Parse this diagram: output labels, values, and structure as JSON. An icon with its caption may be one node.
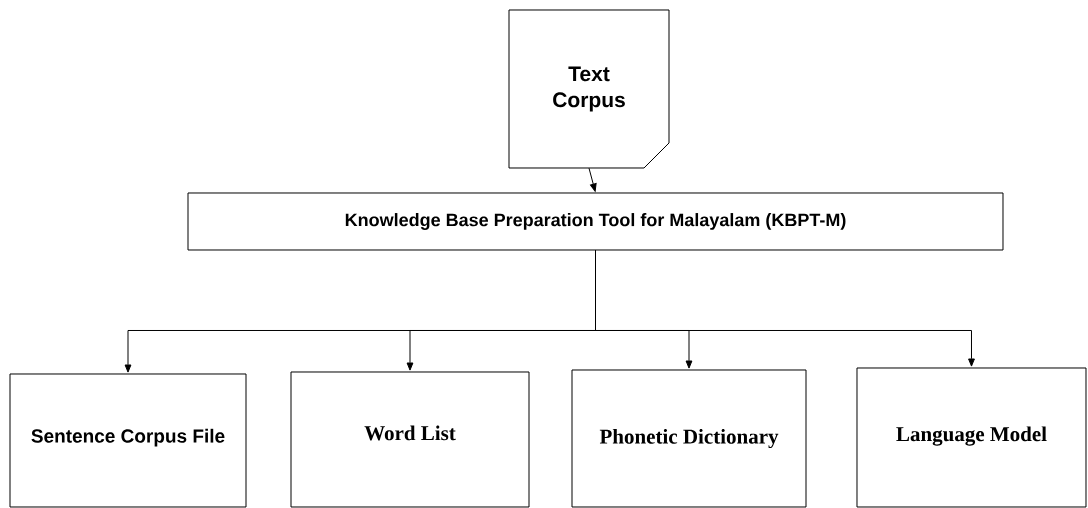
{
  "diagram": {
    "nodes": [
      {
        "text": [
          "Text Corpus"
        ]
      },
      {
        "text": [
          "Knowledge Base Preparation Tool for Malayalam  (KBPT-M)"
        ]
      },
      {
        "text": [
          "Sentence Corpus File"
        ]
      },
      {
        "text": [
          "Word List"
        ]
      },
      {
        "text": [
          "Phonetic Dictionary"
        ]
      },
      {
        "text": [
          "Language Model"
        ]
      }
    ],
    "edges": [
      {
        "from": 0,
        "to": 1,
        "arrow": "to"
      },
      {
        "from": 1,
        "to": 2,
        "arrow": "to"
      },
      {
        "from": 1,
        "to": 3,
        "arrow": "to"
      },
      {
        "from": 1,
        "to": 4,
        "arrow": "to"
      },
      {
        "from": 1,
        "to": 5,
        "arrow": "to"
      }
    ]
  }
}
